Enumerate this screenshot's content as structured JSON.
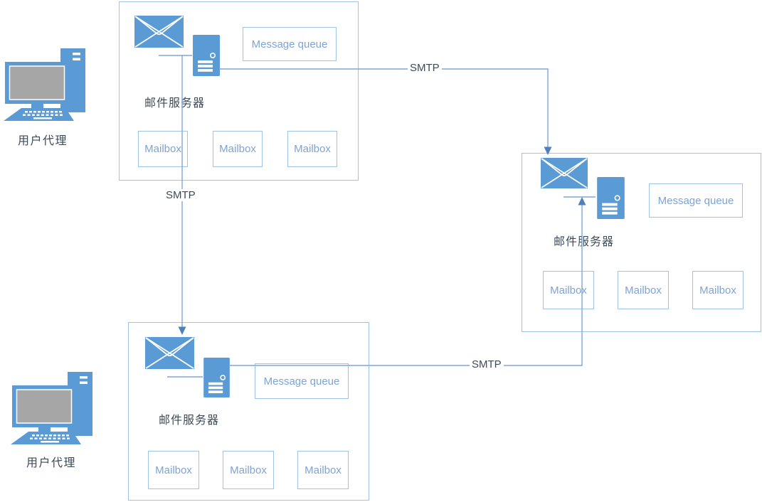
{
  "colors": {
    "shape_blue": "#5B9BD5",
    "box_border": "#9DC3E6",
    "light_label": "#7FA3D4",
    "dark_label": "#3D4A59",
    "connector_line": "#7EA6D8",
    "arrowhead": "#4E80BD",
    "screen_gray": "#A6A6A6"
  },
  "user_agents": [
    {
      "label": "用户代理"
    },
    {
      "label": "用户代理"
    }
  ],
  "mail_servers": [
    {
      "title": "邮件服务器",
      "queue_label": "Message queue",
      "mailboxes": [
        "Mailbox",
        "Mailbox",
        "Mailbox"
      ]
    },
    {
      "title": "邮件服务器",
      "queue_label": "Message queue",
      "mailboxes": [
        "Mailbox",
        "Mailbox",
        "Mailbox"
      ]
    },
    {
      "title": "邮件服务器",
      "queue_label": "Message queue",
      "mailboxes": [
        "Mailbox",
        "Mailbox",
        "Mailbox"
      ]
    }
  ],
  "connections": [
    {
      "label": "SMTP"
    },
    {
      "label": "SMTP"
    },
    {
      "label": "SMTP"
    }
  ],
  "icons": {
    "envelope": "envelope-icon",
    "server": "server-icon",
    "computer": "computer-icon"
  }
}
